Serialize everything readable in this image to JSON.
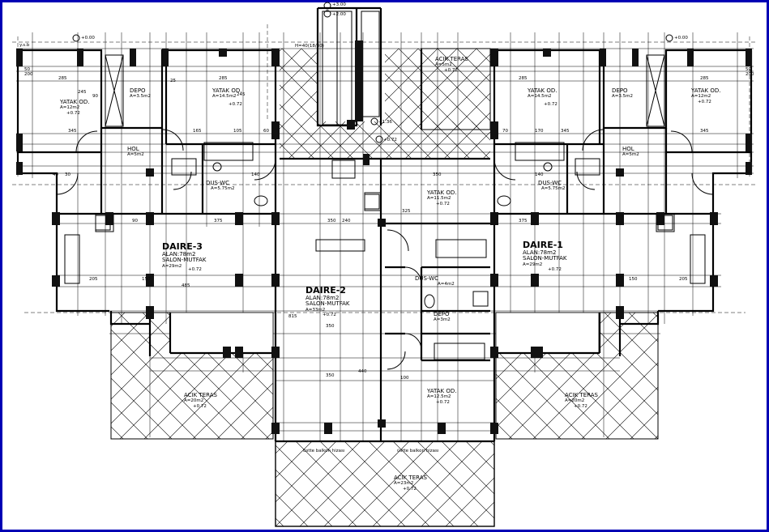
{
  "colors": {
    "frame": "#0000b4",
    "ink": "#000000",
    "column": "#111111"
  },
  "units": [
    {
      "key": "d3",
      "name": "DAIRE-3",
      "area": "ALAN:78m2",
      "salon": "SALON-MUTFAK",
      "salon_area": "A=29m2",
      "level": "+0.72"
    },
    {
      "key": "d2",
      "name": "DAIRE-2",
      "area": "ALAN:78m2",
      "salon": "SALON-MUTFAK",
      "salon_area": "A=33m2",
      "level": "+0.72"
    },
    {
      "key": "d1",
      "name": "DAIRE-1",
      "area": "ALAN:78m2",
      "salon": "SALON-MUTFAK",
      "salon_area": "A=29m2",
      "level": "+0.72"
    }
  ],
  "rooms": {
    "yatak_a1": {
      "name": "YATAK OD.",
      "area": "A=12m2",
      "level": "+0.72"
    },
    "depo_a": {
      "name": "DEPO",
      "area": "A=3.5m2"
    },
    "yatak_a2": {
      "name": "YATAK OD.",
      "area": "A=14.5m2",
      "level": "+0.72"
    },
    "hol_a": {
      "name": "HOL",
      "area": "A=5m2"
    },
    "dus_a": {
      "name": "DUS-WC",
      "area": "A=5.75m2"
    },
    "acik_teras_top": {
      "name": "ACIK TERAS",
      "area": "A=5m2",
      "level": "+0.72"
    },
    "yatak_b1": {
      "name": "YATAK OD.",
      "area": "A=14.5m2",
      "level": "+0.72"
    },
    "depo_b": {
      "name": "DEPO",
      "area": "A=3.5m2"
    },
    "yatak_b2": {
      "name": "YATAK OD.",
      "area": "A=12m2",
      "level": "+0.72"
    },
    "hol_b": {
      "name": "HOL",
      "area": "A=5m2"
    },
    "dus_b": {
      "name": "DUS-WC",
      "area": "A=5.75m2"
    },
    "yatak_c1": {
      "name": "YATAK OD.",
      "area": "A=11.5m2",
      "level": "+0.72"
    },
    "dus_c": {
      "name": "DUS-WC",
      "area": "A=4m2"
    },
    "depo_c": {
      "name": "DEPO",
      "area": "A=3m2"
    },
    "yatak_c2": {
      "name": "YATAK OD.",
      "area": "A=12.5m2",
      "level": "+0.72"
    },
    "teras_left": {
      "name": "ACIK TERAS",
      "area": "A=20m2",
      "level": "+0.72"
    },
    "teras_right": {
      "name": "ACIK TERAS",
      "area": "A=20m2",
      "level": "+0.72"
    },
    "teras_bottom": {
      "name": "ACIK TERAS",
      "area": "A=23m2",
      "level": "+0.72"
    }
  },
  "levels": {
    "stair_top": "+3.00",
    "stair_mid": "+2.00",
    "stair_low": "+1.36",
    "entry": "+0.72",
    "ground_l": "+0.00",
    "ground_r": "+0.00",
    "stair_note": "H=40(18/30)"
  },
  "notes": {
    "balcony_l": "üstte balkon hizası",
    "balcony_r": "üstte balkon hizası",
    "ys": "y.s.b"
  },
  "dims_h_top": [
    "285",
    "245",
    "345",
    "285",
    "245",
    "345"
  ],
  "dims_h_row2": [
    "375",
    "240",
    "350",
    "375"
  ],
  "dims_misc": [
    "165",
    "105",
    "70",
    "60",
    "350",
    "170",
    "90",
    "140",
    "150",
    "325",
    "205",
    "485",
    "815",
    "440",
    "100",
    "50",
    "200",
    "30",
    "40",
    "90",
    "25"
  ]
}
